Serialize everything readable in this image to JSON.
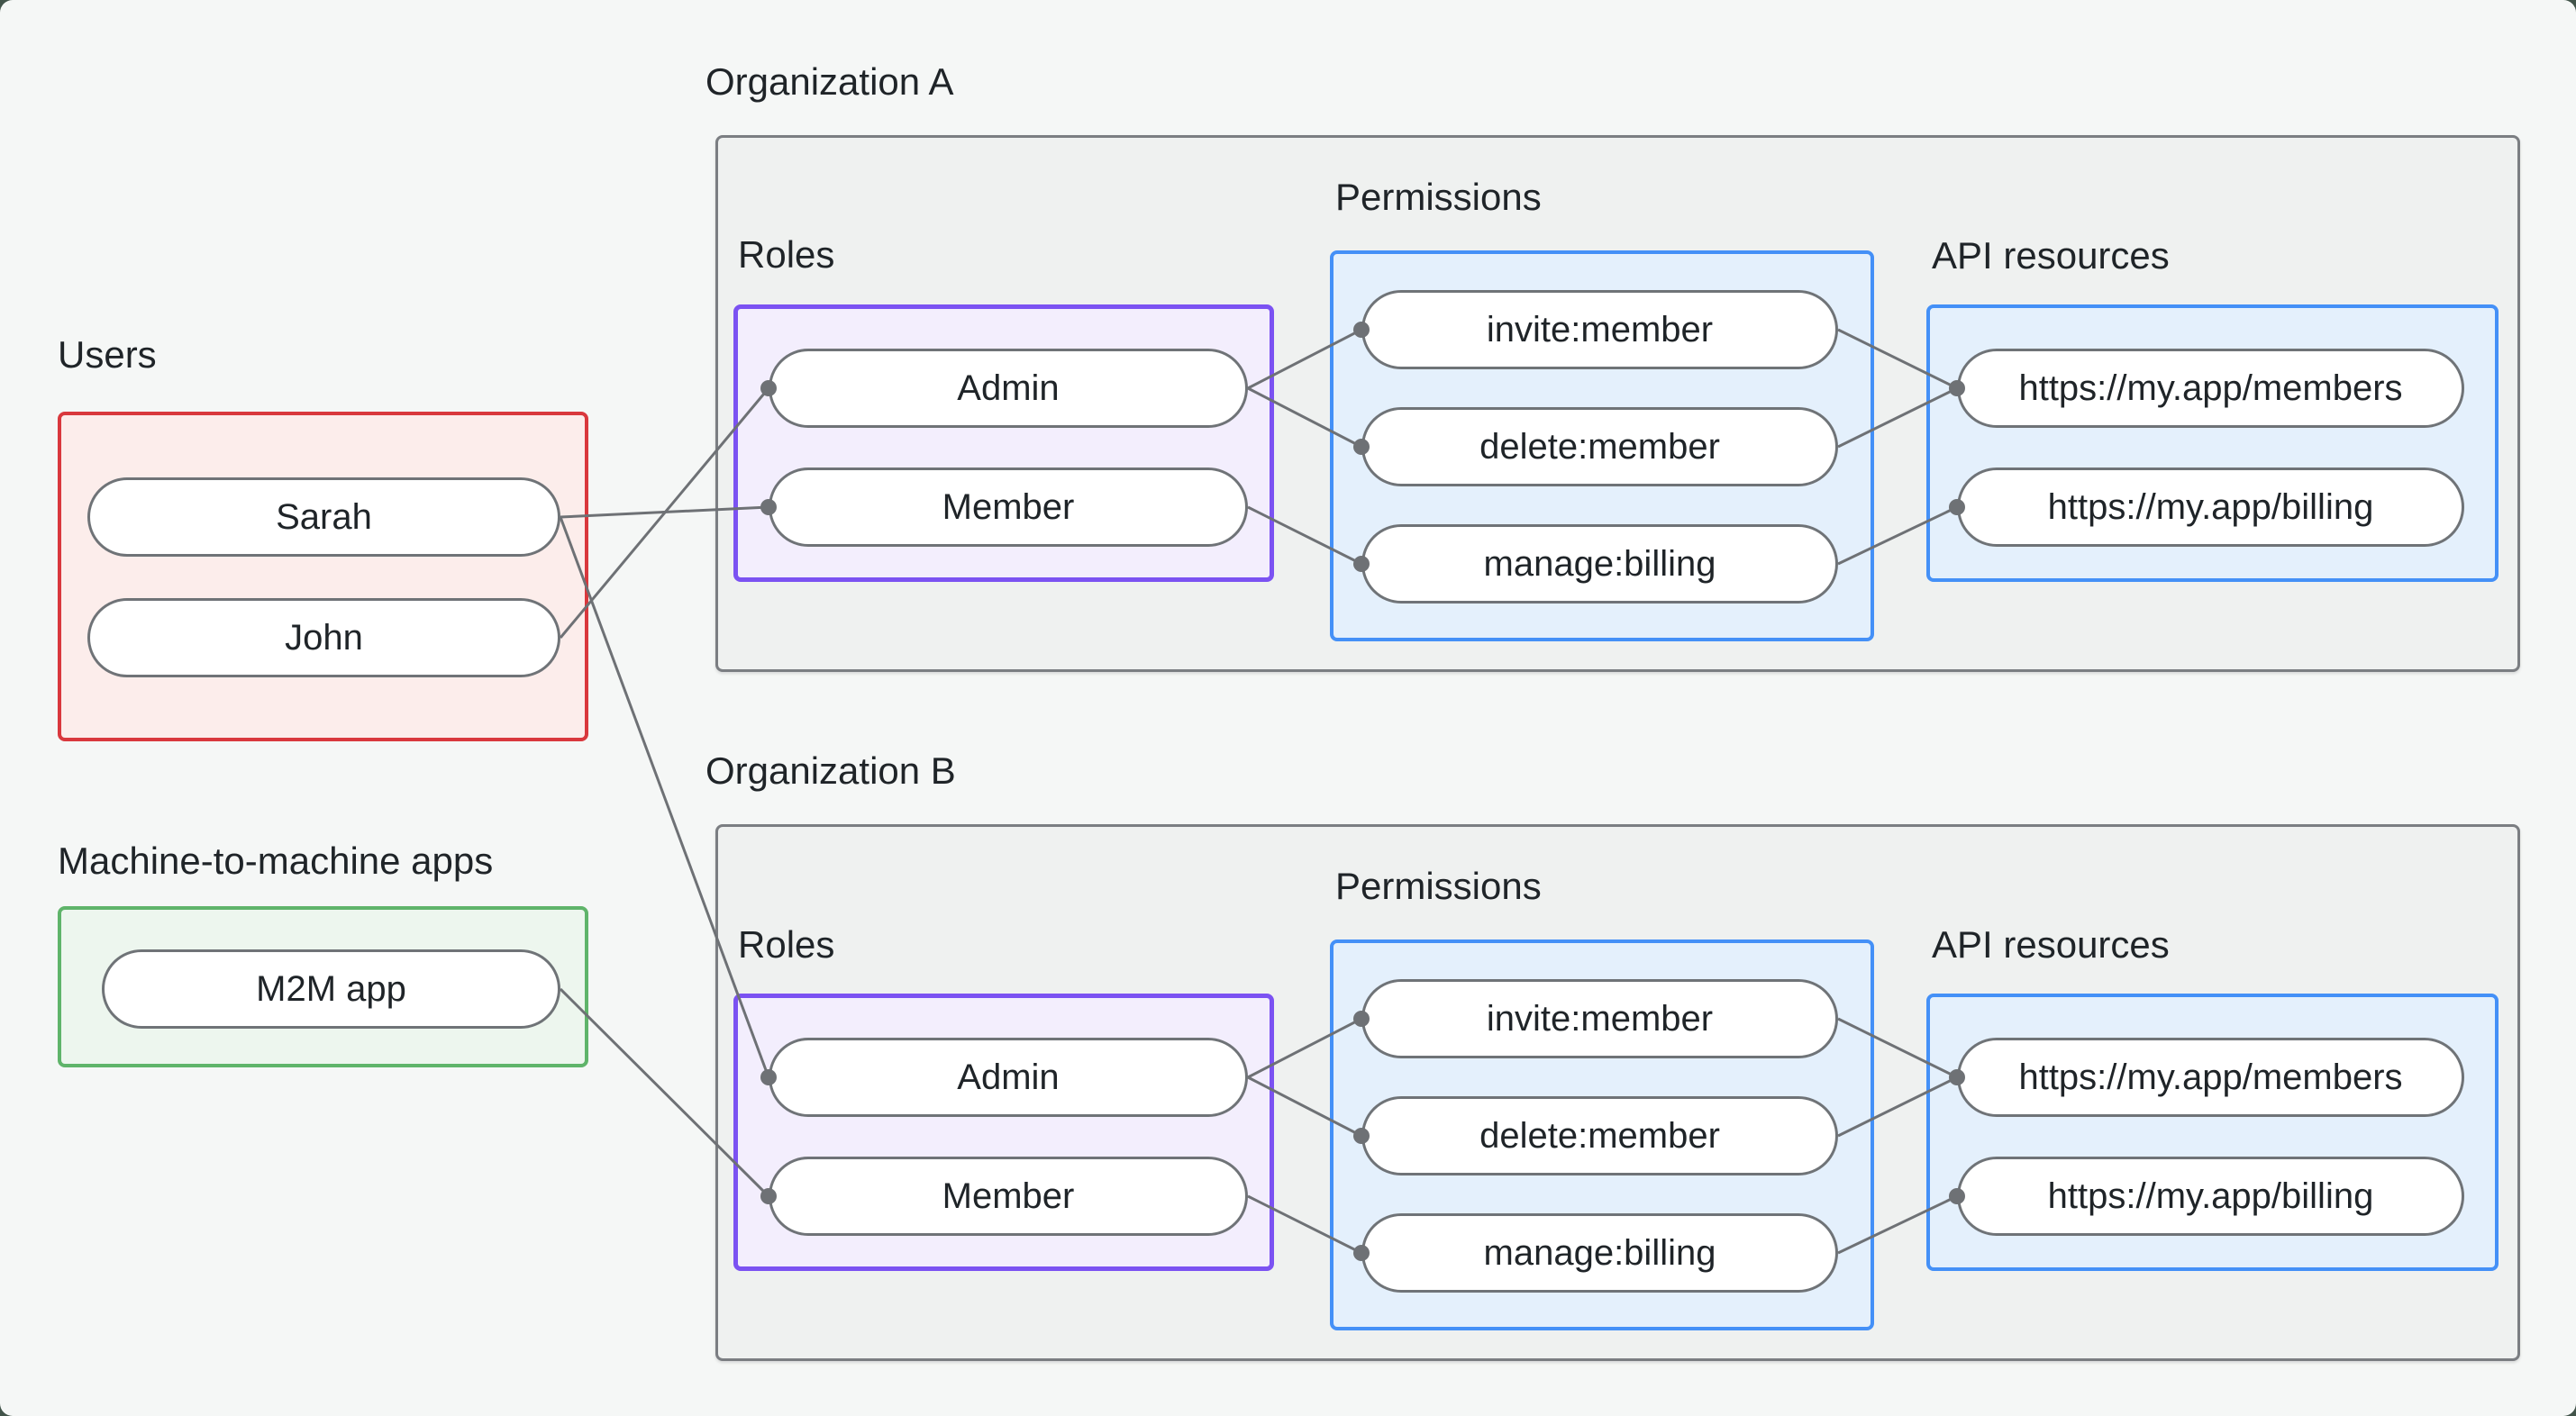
{
  "colors": {
    "window_frame": "#42544a",
    "page_bg": "#f5f7f6",
    "org_bg": "#eff1f0",
    "org_border": "#7b7e82",
    "users_border": "#d9383d",
    "users_bg": "#fcedeb",
    "m2m_border": "#5fb46a",
    "m2m_bg": "#edf6ee",
    "roles_border": "#7b52f2",
    "roles_bg": "#f3eefd",
    "blue_border": "#4490f7",
    "blue_bg": "#e4f0fc",
    "pill_border": "#6f7377",
    "pill_bg": "#ffffff",
    "wire": "#6e7175",
    "dot": "#6e7175",
    "text": "#1f2428"
  },
  "users": {
    "label": "Users",
    "items": [
      {
        "id": "sarah",
        "label": "Sarah"
      },
      {
        "id": "john",
        "label": "John"
      }
    ]
  },
  "m2m": {
    "label": "Machine-to-machine apps",
    "items": [
      {
        "id": "m2m-app",
        "label": "M2M app"
      }
    ]
  },
  "org_a": {
    "label": "Organization A",
    "roles": {
      "label": "Roles",
      "items": [
        {
          "id": "org-a-admin",
          "label": "Admin"
        },
        {
          "id": "org-a-member",
          "label": "Member"
        }
      ]
    },
    "permissions": {
      "label": "Permissions",
      "items": [
        {
          "id": "org-a-invite",
          "label": "invite:member"
        },
        {
          "id": "org-a-delete",
          "label": "delete:member"
        },
        {
          "id": "org-a-manage",
          "label": "manage:billing"
        }
      ]
    },
    "api_resources": {
      "label": "API resources",
      "items": [
        {
          "id": "org-a-members",
          "label": "https://my.app/members"
        },
        {
          "id": "org-a-billing",
          "label": "https://my.app/billing"
        }
      ]
    }
  },
  "org_b": {
    "label": "Organization B",
    "roles": {
      "label": "Roles",
      "items": [
        {
          "id": "org-b-admin",
          "label": "Admin"
        },
        {
          "id": "org-b-member",
          "label": "Member"
        }
      ]
    },
    "permissions": {
      "label": "Permissions",
      "items": [
        {
          "id": "org-b-invite",
          "label": "invite:member"
        },
        {
          "id": "org-b-delete",
          "label": "delete:member"
        },
        {
          "id": "org-b-manage",
          "label": "manage:billing"
        }
      ]
    },
    "api_resources": {
      "label": "API resources",
      "items": [
        {
          "id": "org-b-members",
          "label": "https://my.app/members"
        },
        {
          "id": "org-b-billing",
          "label": "https://my.app/billing"
        }
      ]
    }
  },
  "connections": [
    {
      "from": "sarah",
      "to": "org-a-member"
    },
    {
      "from": "john",
      "to": "org-a-admin"
    },
    {
      "from": "sarah",
      "to": "org-b-admin"
    },
    {
      "from": "m2m-app",
      "to": "org-b-member"
    },
    {
      "from": "org-a-admin",
      "to": "org-a-invite"
    },
    {
      "from": "org-a-admin",
      "to": "org-a-delete"
    },
    {
      "from": "org-a-member",
      "to": "org-a-manage"
    },
    {
      "from": "org-a-invite",
      "to": "org-a-members"
    },
    {
      "from": "org-a-delete",
      "to": "org-a-members"
    },
    {
      "from": "org-a-manage",
      "to": "org-a-billing"
    },
    {
      "from": "org-b-admin",
      "to": "org-b-invite"
    },
    {
      "from": "org-b-admin",
      "to": "org-b-delete"
    },
    {
      "from": "org-b-member",
      "to": "org-b-manage"
    },
    {
      "from": "org-b-invite",
      "to": "org-b-members"
    },
    {
      "from": "org-b-delete",
      "to": "org-b-members"
    },
    {
      "from": "org-b-manage",
      "to": "org-b-billing"
    }
  ]
}
